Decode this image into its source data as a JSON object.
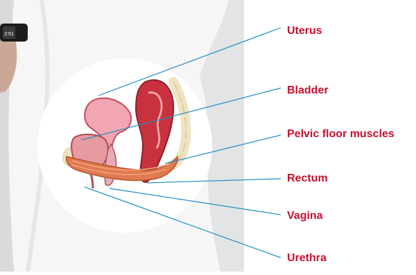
{
  "colors": {
    "label": "#c8102e",
    "leader_line": "#1f8ec4",
    "photo_background": "#e3e4e6",
    "clothing": "#f6f6f6",
    "uterus": "#c74a5d",
    "bladder": "#c96a6e",
    "muscle": "#e07a50",
    "bone": "#efe3c2"
  },
  "labels": [
    {
      "id": "uterus",
      "text": "Uterus"
    },
    {
      "id": "bladder",
      "text": "Bladder"
    },
    {
      "id": "pelvic-floor-muscles",
      "text": "Pelvic floor muscles"
    },
    {
      "id": "rectum",
      "text": "Rectum"
    },
    {
      "id": "vagina",
      "text": "Vagina"
    },
    {
      "id": "urethra",
      "text": "Urethra"
    }
  ],
  "watch_display": "2:51"
}
